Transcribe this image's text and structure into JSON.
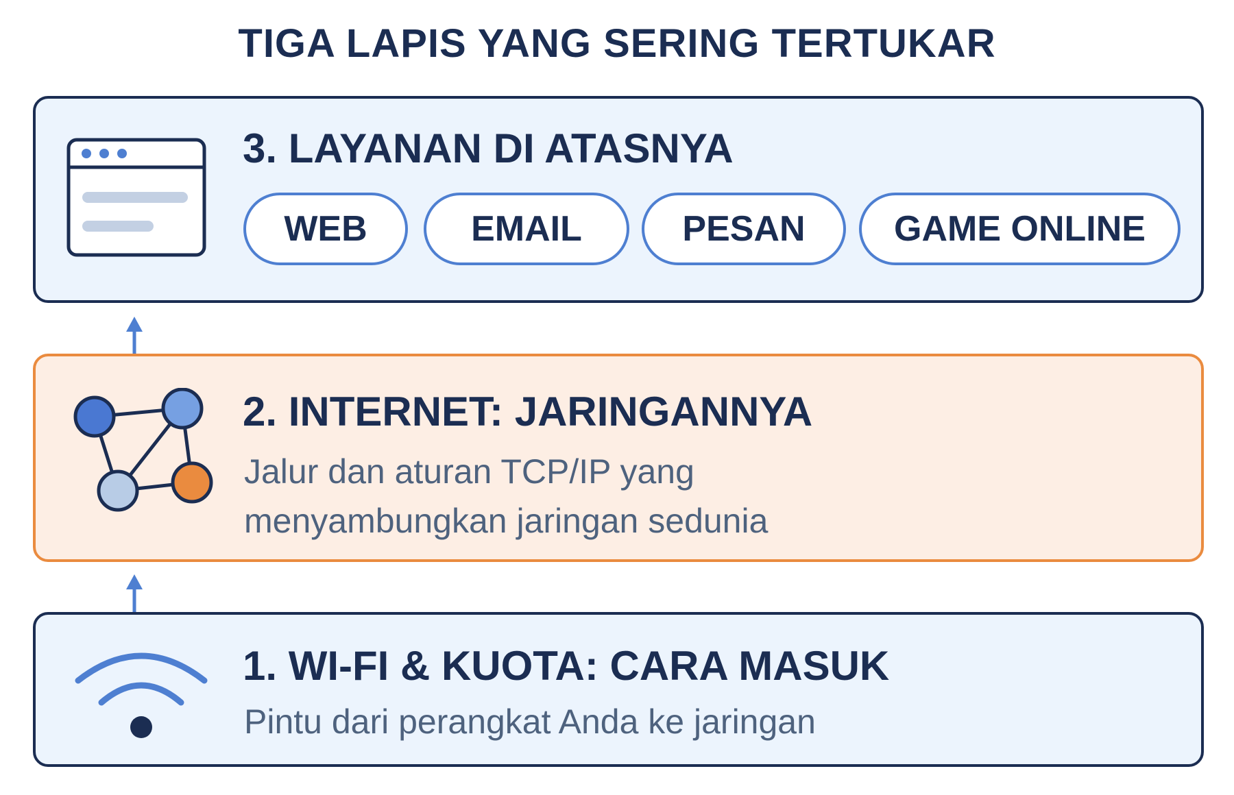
{
  "title": "TIGA LAPIS YANG SERING TERTUKAR",
  "layers": [
    {
      "heading": "3. LAYANAN DI ATASNYA",
      "icon": "browser-window-icon",
      "services": [
        "WEB",
        "EMAIL",
        "PESAN",
        "GAME ONLINE"
      ]
    },
    {
      "heading": "2. INTERNET: JARINGANNYA",
      "icon": "network-nodes-icon",
      "description": "Jalur dan aturan TCP/IP yang\nmenyambungkan jaringan sedunia"
    },
    {
      "heading": "1. WI-FI & KUOTA: CARA MASUK",
      "icon": "wifi-icon",
      "description": "Pintu dari perangkat Anda ke jaringan"
    }
  ],
  "colors": {
    "heading": "#1b2d52",
    "body_text": "#4e627e",
    "accent_blue": "#4e7fd1",
    "accent_orange": "#ea8b3f",
    "panel_blue": "#ecf4fd",
    "panel_orange": "#fdeee4"
  }
}
